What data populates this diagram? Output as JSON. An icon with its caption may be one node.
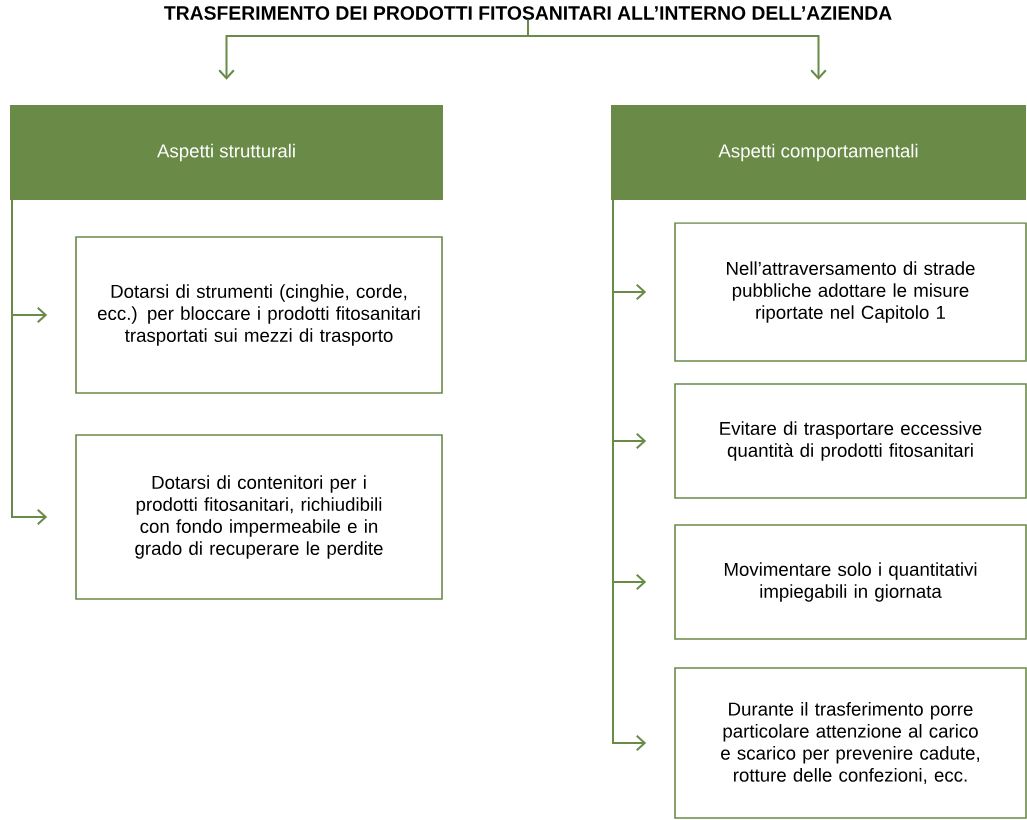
{
  "diagram": {
    "nodes": [
      {
        "text": [
          "TRASFERIMENTO DEI PRODOTTI FITOSANITARI ALL’INTERNO DELL’AZIENDA"
        ]
      },
      {
        "text": [
          "Aspetti strutturali"
        ]
      },
      {
        "text": [
          "Aspetti comportamentali"
        ]
      },
      {
        "text": [
          "Dotarsi di strumenti (cinghie, corde, ecc.) per bloccare i prodotti fitosanitari trasportati sui mezzi di trasporto"
        ]
      },
      {
        "text": [
          "Dotarsi di contenitori per i prodotti fitosanitari, richiudibili con fondo impermeabile e in grado di recuperare le perdite"
        ]
      },
      {
        "text": [
          "Nell’attraversamento di strade pubbliche adottare le misure riportate nel Capitolo 1"
        ]
      },
      {
        "text": [
          "Evitare di trasportare eccessive quantità di prodotti fitosanitari"
        ]
      },
      {
        "text": [
          "Movimentare solo i quantitativi impiegabili in giornata"
        ]
      },
      {
        "text": [
          "Durante il trasferimento porre particolare attenzione al carico e scarico per prevenire cadute, rotture delle confezioni, ecc."
        ]
      }
    ],
    "edges": [
      {
        "from": 0,
        "to": 1,
        "arrow": "to"
      },
      {
        "from": 0,
        "to": 2,
        "arrow": "to"
      },
      {
        "from": 1,
        "to": 3,
        "arrow": "to"
      },
      {
        "from": 1,
        "to": 4,
        "arrow": "to"
      },
      {
        "from": 2,
        "to": 5,
        "arrow": "to"
      },
      {
        "from": 2,
        "to": 6,
        "arrow": "to"
      },
      {
        "from": 2,
        "to": 7,
        "arrow": "to"
      },
      {
        "from": 2,
        "to": 8,
        "arrow": "to"
      }
    ]
  }
}
